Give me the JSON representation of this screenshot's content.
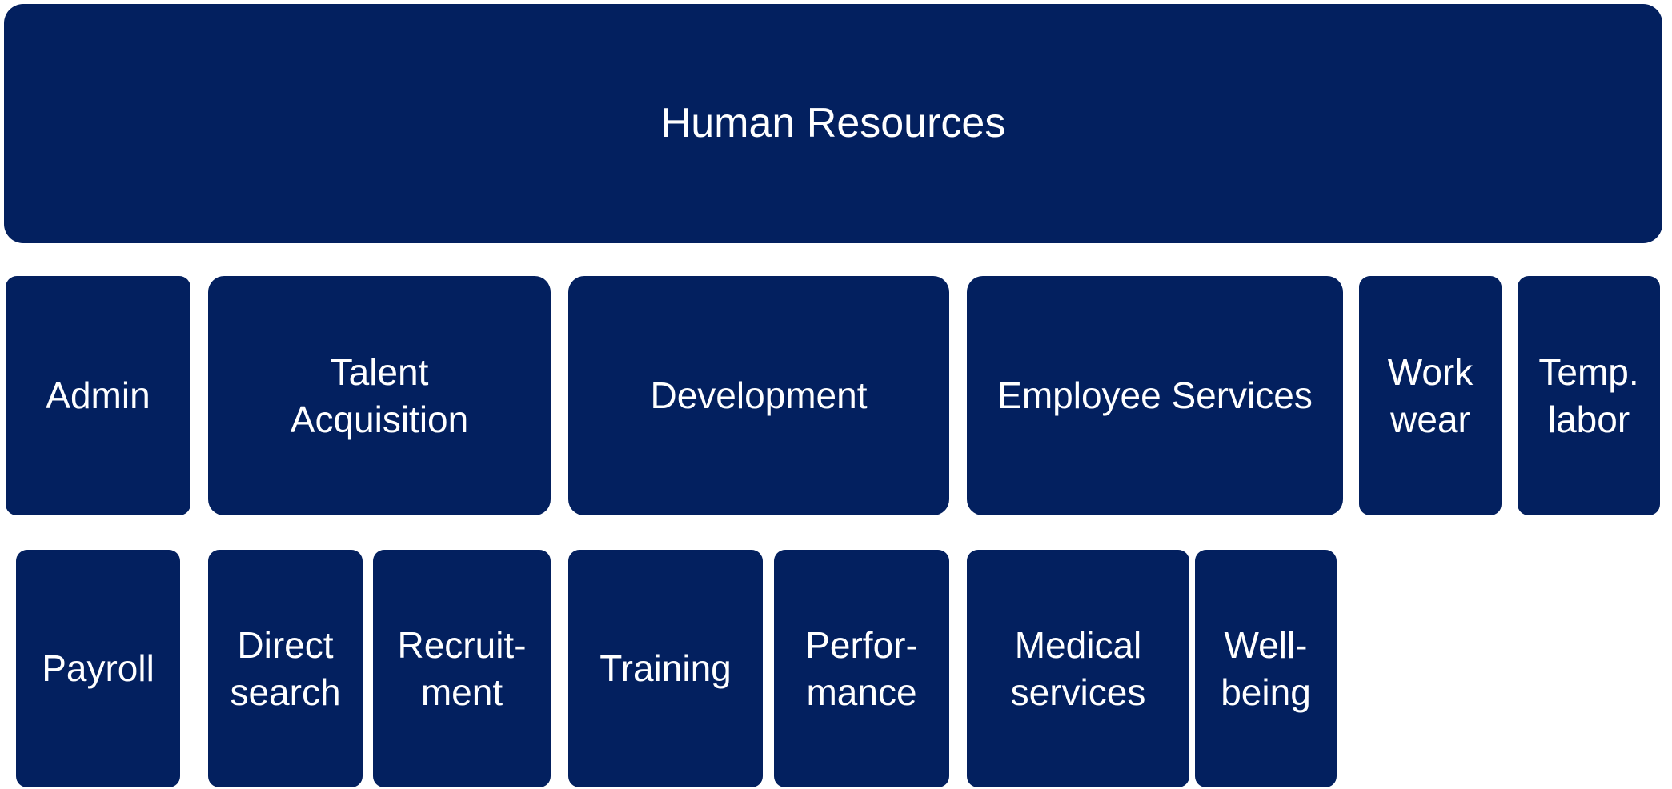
{
  "root": {
    "label": "Human Resources"
  },
  "departments": [
    {
      "label": "Admin"
    },
    {
      "label": "Talent\nAcquisition"
    },
    {
      "label": "Development"
    },
    {
      "label": "Employee Services"
    },
    {
      "label": "Work\nwear"
    },
    {
      "label": "Temp.\nlabor"
    }
  ],
  "subunits": [
    {
      "label": "Payroll"
    },
    {
      "label": "Direct\nsearch"
    },
    {
      "label": "Recruit-\nment"
    },
    {
      "label": "Training"
    },
    {
      "label": "Perfor-\nmance"
    },
    {
      "label": "Medical\nservices"
    },
    {
      "label": "Well-\nbeing"
    }
  ],
  "colors": {
    "box": "#03205f",
    "text": "#ffffff"
  }
}
